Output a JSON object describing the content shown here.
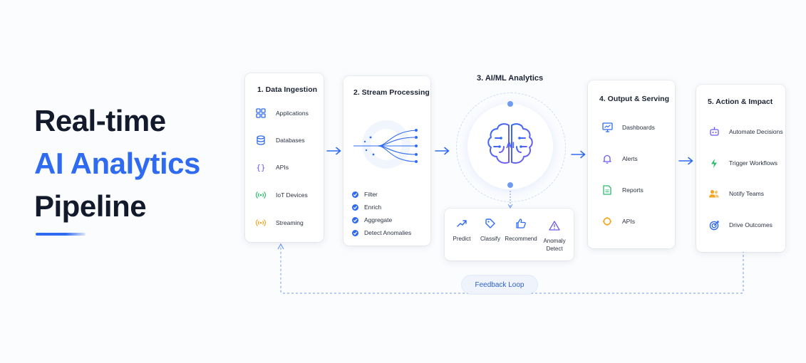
{
  "title": {
    "line1": "Real-time",
    "line2": "AI Analytics",
    "line3": "Pipeline"
  },
  "stages": {
    "ingestion": {
      "title": "1. Data Ingestion",
      "items": [
        {
          "label": "Applications",
          "icon": "grid-icon"
        },
        {
          "label": "Databases",
          "icon": "database-icon"
        },
        {
          "label": "APIs",
          "icon": "braces-icon"
        },
        {
          "label": "IoT Devices",
          "icon": "iot-antenna-icon"
        },
        {
          "label": "Streaming",
          "icon": "streaming-icon"
        }
      ]
    },
    "processing": {
      "title": "2. Stream Processing",
      "steps": [
        "Filter",
        "Enrich",
        "Aggregate",
        "Detect Anomalies"
      ]
    },
    "analytics": {
      "title": "3. AI/ML Analytics",
      "brain_label": "AI",
      "tasks": [
        {
          "label": "Predict",
          "icon": "trend-up-icon"
        },
        {
          "label": "Classify",
          "icon": "tag-icon"
        },
        {
          "label": "Recommend",
          "icon": "thumbs-up-icon"
        },
        {
          "label": "Anomaly\nDetect",
          "icon": "warning-icon"
        }
      ]
    },
    "output": {
      "title": "4. Output & Serving",
      "items": [
        {
          "label": "Dashboards",
          "icon": "dashboard-icon"
        },
        {
          "label": "Alerts",
          "icon": "bell-icon"
        },
        {
          "label": "Reports",
          "icon": "report-icon"
        },
        {
          "label": "APIs",
          "icon": "api-cycle-icon"
        }
      ]
    },
    "action": {
      "title": "5. Action & Impact",
      "items": [
        {
          "label": "Automate Decisions",
          "icon": "robot-icon"
        },
        {
          "label": "Trigger Workflows",
          "icon": "lightning-icon"
        },
        {
          "label": "Notify Teams",
          "icon": "team-icon"
        },
        {
          "label": "Drive Outcomes",
          "icon": "target-icon"
        }
      ]
    }
  },
  "feedback": {
    "label": "Feedback Loop"
  },
  "colors": {
    "accent": "#2f6bf0",
    "text": "#1b2333",
    "green": "#2dbd6e",
    "orange": "#f5a623",
    "purple": "#6b5cf0"
  }
}
